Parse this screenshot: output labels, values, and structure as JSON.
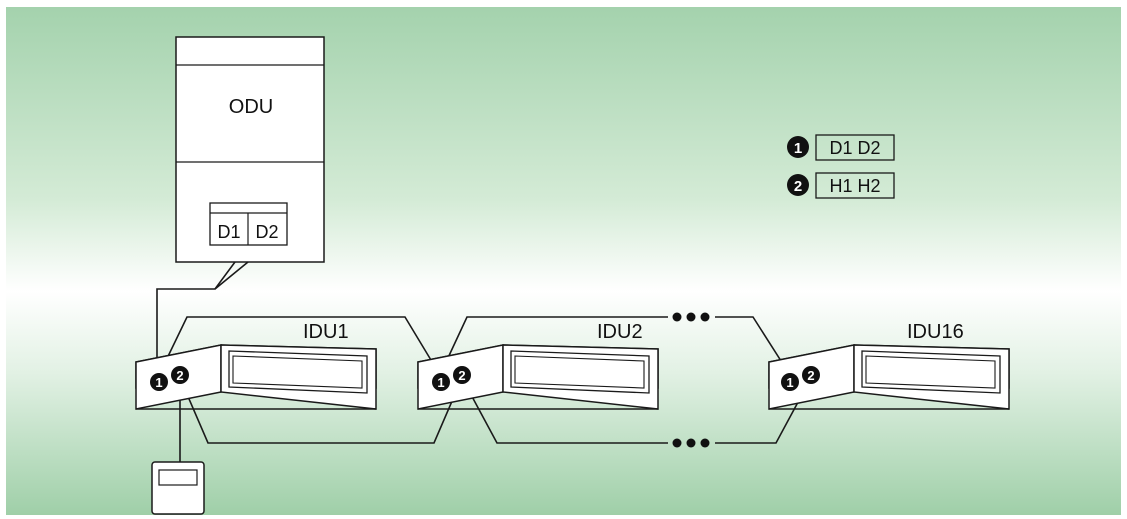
{
  "odu": {
    "label": "ODU",
    "terminals": [
      "D1",
      "D2"
    ]
  },
  "legend": [
    {
      "marker": "1",
      "terminals": "D1 D2"
    },
    {
      "marker": "2",
      "terminals": "H1 H2"
    }
  ],
  "idus": [
    {
      "label": "IDU1",
      "markers": [
        "1",
        "2"
      ]
    },
    {
      "label": "IDU2",
      "markers": [
        "1",
        "2"
      ]
    },
    {
      "label": "IDU16",
      "markers": [
        "1",
        "2"
      ]
    }
  ],
  "colors": {
    "background_green": "#a4d2ad",
    "background_light": "#ffffff",
    "line": "#1a1a1a"
  }
}
